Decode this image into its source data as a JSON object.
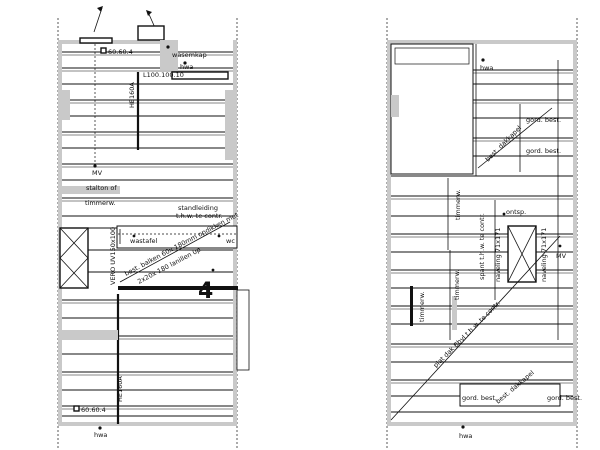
{
  "left_plan": {
    "labels": {
      "col_top": "60.60.4",
      "col_bottom": "60.60.4",
      "wasemkap": "wasemkap",
      "hwa_top": "hwa",
      "hwa_bottom": "hwa",
      "l_profile": "L100.100.10",
      "he_top": "HE160A",
      "he_bottom": "HE160A",
      "mv": "MV",
      "stalton": "stalton of",
      "timmerw": "timmerw.",
      "standleiding_1": "standleiding",
      "standleiding_2": "t.h.w. te contr.",
      "wastafel": "wastafel",
      "wc": "wc",
      "vero": "VERO UV150x100",
      "diag_1": "best. balken 60x 180mm opdikken met",
      "diag_2": "2x20x 180 lanillen 0p.",
      "mark_4": "4"
    }
  },
  "right_plan": {
    "labels": {
      "hwa_top": "hwa",
      "hwa_bottom": "hwa",
      "dakkapel_top": "best. dakkapel",
      "gord_1": "gord. best.",
      "gord_2": "gord. best.",
      "timmerw_1": "timmerw.",
      "timmerw_2": "timmerw.",
      "timmerw_3": "timmerw.",
      "ontsp": "ontsp.",
      "spant_1": "spant t.h.w. te contr.",
      "spant_2": "naveling 71x171",
      "naveling": "naveling 71x171",
      "mv": "MV",
      "platdak": "plat dak Bbvl t.h.w. te contr.",
      "gord_3": "gord. best.",
      "dakkapel_bottom": "best. dakkapel",
      "gord_4": "gord. best."
    }
  }
}
